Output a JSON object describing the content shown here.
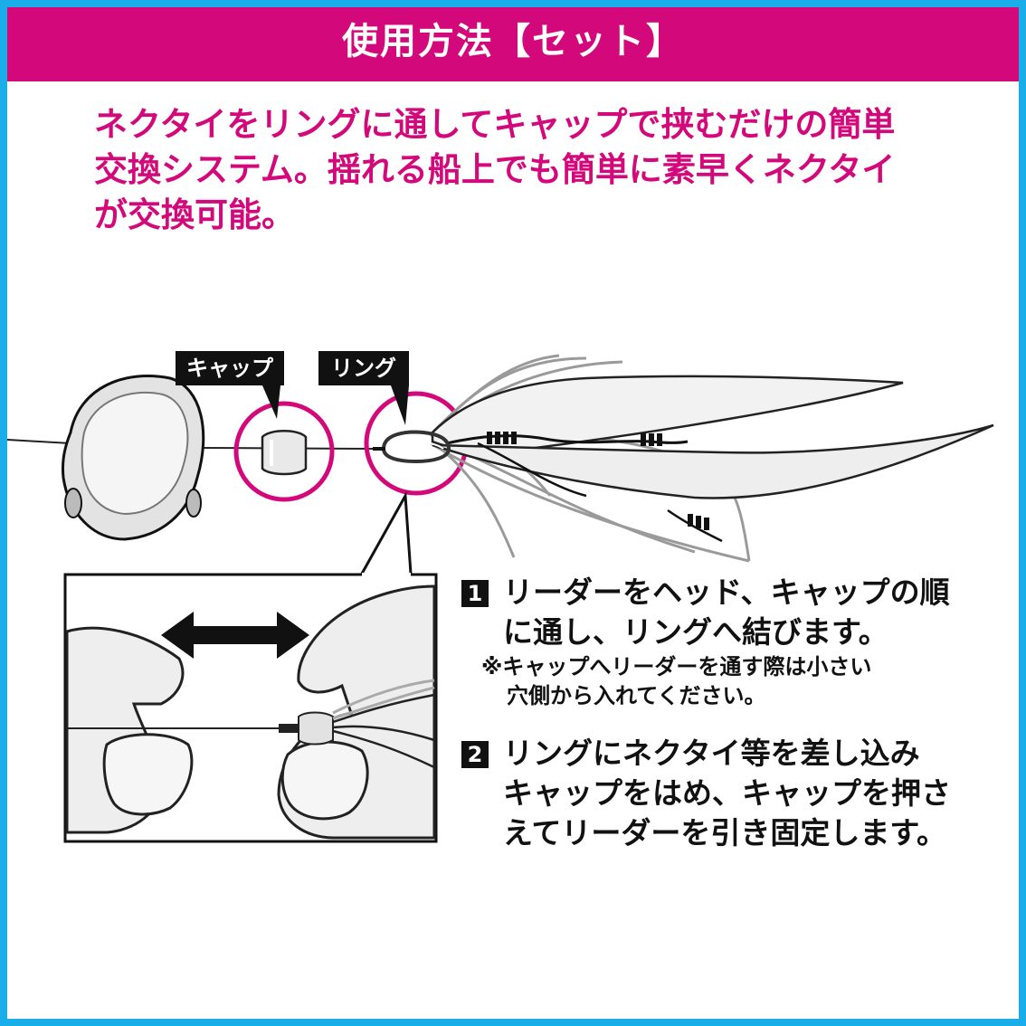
{
  "header": {
    "title": "使用方法【セット】"
  },
  "intro": {
    "lines": [
      "ネクタイをリングに通してキャップで挟むだけの簡単",
      "交換システム。揺れる船上でも簡単に素早くネクタイ",
      "が交換可能。"
    ]
  },
  "labels": {
    "cap": "キャップ",
    "ring": "リング"
  },
  "steps": [
    {
      "number": "1",
      "lines": [
        "リーダーをヘッド、キャップの順",
        "に通し、リングへ結びます。"
      ],
      "note": [
        "※キャップへリーダーを通す際は小さい",
        "穴側から入れてください。"
      ]
    },
    {
      "number": "2",
      "lines": [
        "リングにネクタイ等を差し込み",
        "キャップをはめ、キャップを押さ",
        "えてリーダーを引き固定します。"
      ]
    }
  ],
  "colors": {
    "border": "#19aee9",
    "accent": "#d3087a",
    "ink": "#111111"
  }
}
